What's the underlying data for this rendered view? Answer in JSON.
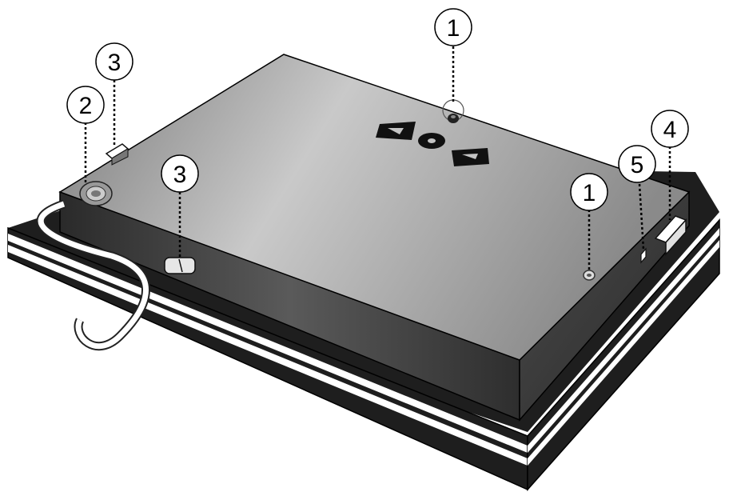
{
  "callouts": [
    {
      "id": "callout-1-top",
      "label": "1"
    },
    {
      "id": "callout-3-top-left",
      "label": "3"
    },
    {
      "id": "callout-2",
      "label": "2"
    },
    {
      "id": "callout-4",
      "label": "4"
    },
    {
      "id": "callout-5",
      "label": "5"
    },
    {
      "id": "callout-3-front",
      "label": "3"
    },
    {
      "id": "callout-1-right",
      "label": "1"
    }
  ],
  "colors": {
    "panel_top_light": "#c4c4c4",
    "panel_top_dark": "#6e6e6e",
    "panel_side": "#3a3a3a",
    "frame_black": "#1e1e1e",
    "frame_stripe": "#ffffff"
  }
}
